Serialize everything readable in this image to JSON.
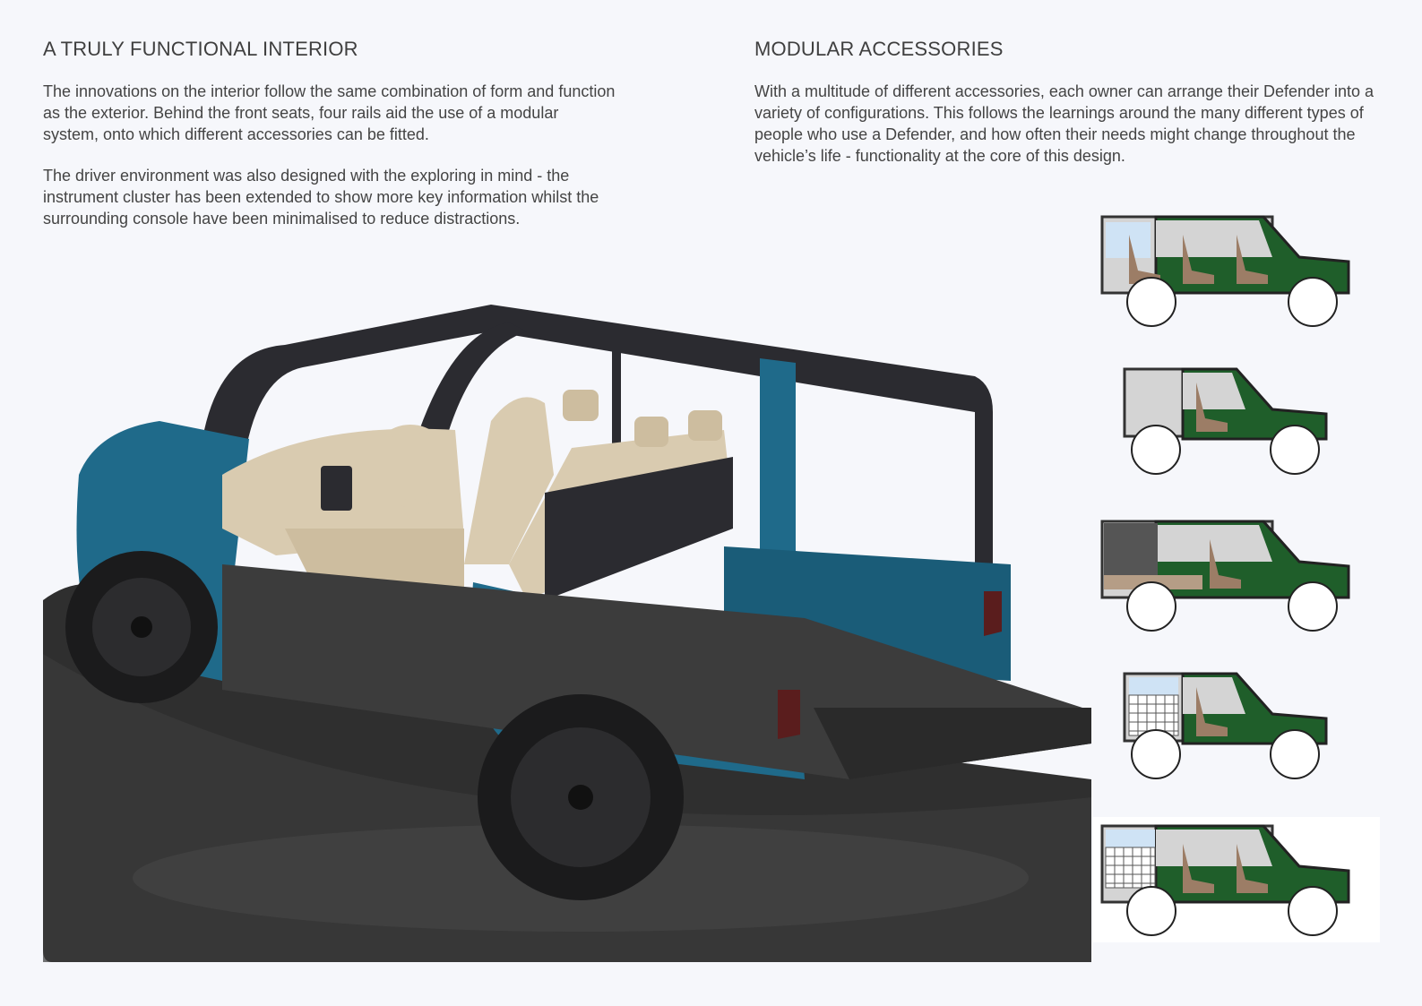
{
  "left": {
    "heading": "A TRULY FUNCTIONAL INTERIOR",
    "paragraphs": [
      "The innovations on the interior follow the same combination of form and function as the exterior. Behind the front seats, four rails aid the use of a modular system, onto which different accessories can be fitted.",
      "The driver environment was also designed with the exploring in mind - the instrument cluster has been extended to show more key information whilst the surrounding console have been minimalised to reduce distractions."
    ]
  },
  "right": {
    "heading": "MODULAR ACCESSORIES",
    "paragraphs": [
      "With a multitude of different accessories, each owner can arrange their Defender into a variety of configurations. This follows the learnings around the many different types of people who use a Defender, and how often their needs might change throughout the vehicle’s life - functionality at the core of this design."
    ]
  },
  "colors": {
    "body_teal": "#1f6a8a",
    "interior_beige": "#d9cbb0",
    "frame_dark": "#2b2b30",
    "config_green": "#1f5e2a",
    "ground": "#2f2f2f"
  },
  "illustration": {
    "icon": "vehicle-cutaway-illustration"
  },
  "configurations": [
    {
      "icon": "configuration-five-seat-icon"
    },
    {
      "icon": "configuration-cargo-open-icon"
    },
    {
      "icon": "configuration-cargo-box-icon"
    },
    {
      "icon": "configuration-mesh-storage-icon"
    },
    {
      "icon": "configuration-mesh-seats-icon"
    }
  ]
}
